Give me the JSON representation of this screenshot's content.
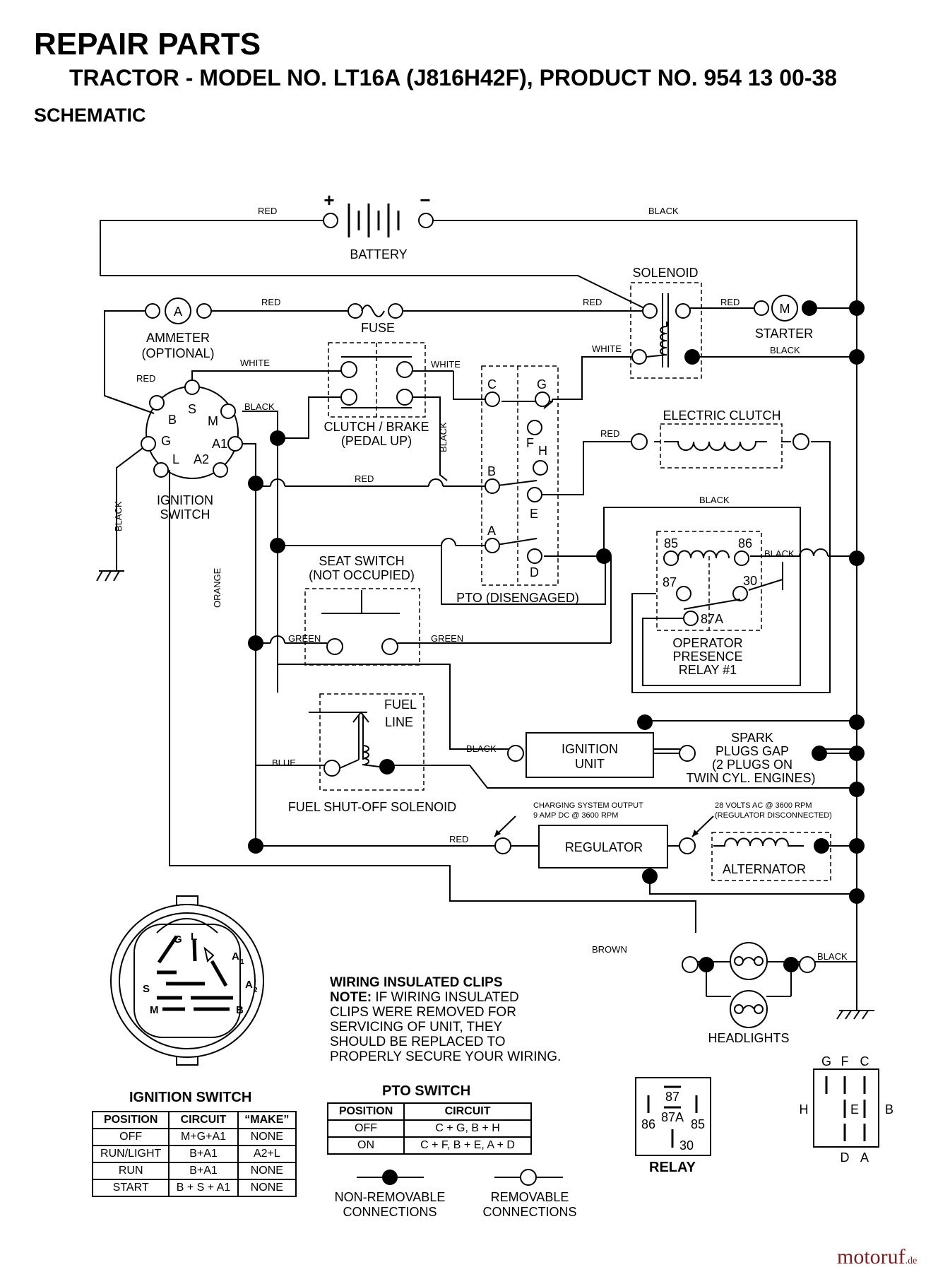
{
  "header": {
    "title": "REPAIR PARTS",
    "subtitle": "TRACTOR - MODEL NO. LT16A (J816H42F),   PRODUCT NO. 954 13 00-38",
    "section": "SCHEMATIC"
  },
  "components": {
    "battery": "BATTERY",
    "battery_plus": "+",
    "battery_minus": "−",
    "solenoid": "SOLENOID",
    "ammeter": "AMMETER",
    "ammeter_opt": "(OPTIONAL)",
    "ammeter_symbol": "A",
    "fuse": "FUSE",
    "starter": "STARTER",
    "starter_symbol": "M",
    "clutch_brake": "CLUTCH / BRAKE",
    "pedal_up": "(PEDAL UP)",
    "electric_clutch": "ELECTRIC CLUTCH",
    "ignition_switch": "IGNITION",
    "ignition_switch2": "SWITCH",
    "seat_switch": "SEAT SWITCH",
    "seat_not_occupied": "(NOT OCCUPIED)",
    "pto_disengaged": "PTO (DISENGAGED)",
    "operator_relay_1": "OPERATOR",
    "operator_relay_2": "PRESENCE",
    "operator_relay_3": "RELAY #1",
    "fuel_line_1": "FUEL",
    "fuel_line_2": "LINE",
    "fuel_shutoff": "FUEL SHUT-OFF SOLENOID",
    "ignition_unit_1": "IGNITION",
    "ignition_unit_2": "UNIT",
    "spark_1": "SPARK",
    "spark_2": "PLUGS GAP",
    "spark_3": "(2 PLUGS ON",
    "spark_4": "TWIN CYL. ENGINES)",
    "regulator": "REGULATOR",
    "alternator": "ALTERNATOR",
    "charging_1": "CHARGING SYSTEM OUTPUT",
    "charging_2": "9 AMP DC @ 3600 RPM",
    "volts_1": "28 VOLTS AC @ 3600 RPM",
    "volts_2": "(REGULATOR DISCONNECTED)",
    "headlights": "HEADLIGHTS",
    "relay": "RELAY"
  },
  "wires": {
    "red": "RED",
    "black": "BLACK",
    "white": "WHITE",
    "green": "GREEN",
    "blue": "BLUE",
    "orange": "ORANGE",
    "brown": "BROWN"
  },
  "terminals": {
    "ign": [
      "S",
      "B",
      "M",
      "G",
      "A1",
      "L",
      "A2"
    ],
    "pto": [
      "C",
      "G",
      "F",
      "H",
      "B",
      "E",
      "A",
      "D"
    ],
    "relay": [
      "85",
      "86",
      "87",
      "30",
      "87A"
    ],
    "relay_pinout": [
      "87",
      "87A",
      "86",
      "85",
      "30"
    ],
    "pto_pinout": [
      "G",
      "F",
      "C",
      "H",
      "E",
      "B",
      "D",
      "A"
    ],
    "ign_face": [
      "G",
      "L",
      "A",
      "1",
      "A",
      "2",
      "S",
      "M",
      "B"
    ]
  },
  "ignition_table": {
    "caption": "IGNITION SWITCH",
    "headers": [
      "POSITION",
      "CIRCUIT",
      "“MAKE”"
    ],
    "rows": [
      [
        "OFF",
        "M+G+A1",
        "NONE"
      ],
      [
        "RUN/LIGHT",
        "B+A1",
        "A2+L"
      ],
      [
        "RUN",
        "B+A1",
        "NONE"
      ],
      [
        "START",
        "B + S + A1",
        "NONE"
      ]
    ]
  },
  "pto_table": {
    "caption": "PTO SWITCH",
    "headers": [
      "POSITION",
      "CIRCUIT"
    ],
    "rows": [
      [
        "OFF",
        "C + G, B + H"
      ],
      [
        "ON",
        "C + F, B + E, A + D"
      ]
    ]
  },
  "clips_note": {
    "heading": "WIRING INSULATED CLIPS",
    "note_label": "NOTE:",
    "lines": [
      " IF WIRING INSULATED",
      "CLIPS WERE REMOVED FOR",
      "SERVICING OF UNIT, THEY",
      "SHOULD BE REPLACED TO",
      "PROPERLY SECURE YOUR WIRING."
    ]
  },
  "legend": {
    "non_removable_1": "NON-REMOVABLE",
    "non_removable_2": "CONNECTIONS",
    "removable_1": "REMOVABLE",
    "removable_2": "CONNECTIONS"
  },
  "watermark": {
    "name": "motoruf",
    "suffix": ".de"
  }
}
